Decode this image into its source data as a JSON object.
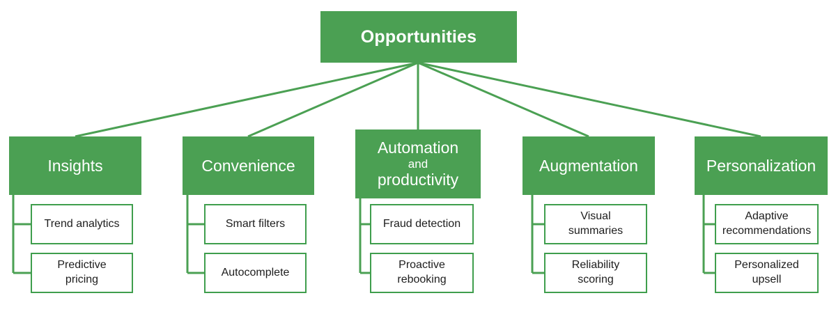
{
  "diagram": {
    "type": "tree-hierarchy",
    "title": "Opportunities",
    "colors": {
      "node_fill": "#4ba053",
      "node_text": "#ffffff",
      "leaf_fill": "#ffffff",
      "leaf_border": "#3f9e4d",
      "leaf_text": "#1d1d1d",
      "connector": "#4ba053",
      "background": "#ffffff"
    },
    "root": {
      "label": "Opportunities"
    },
    "branches": [
      {
        "label": "Insights",
        "label_lines": [
          "Insights"
        ],
        "children": [
          {
            "label": "Trend analytics",
            "lines": [
              "Trend analytics"
            ]
          },
          {
            "label": "Predictive pricing",
            "lines": [
              "Predictive",
              "pricing"
            ]
          }
        ]
      },
      {
        "label": "Convenience",
        "label_lines": [
          "Convenience"
        ],
        "children": [
          {
            "label": "Smart filters",
            "lines": [
              "Smart filters"
            ]
          },
          {
            "label": "Autocomplete",
            "lines": [
              "Autocomplete"
            ]
          }
        ]
      },
      {
        "label": "Automation and productivity",
        "label_lines": [
          "Automation",
          "and",
          "productivity"
        ],
        "children": [
          {
            "label": "Fraud detection",
            "lines": [
              "Fraud detection"
            ]
          },
          {
            "label": "Proactive rebooking",
            "lines": [
              "Proactive",
              "rebooking"
            ]
          }
        ]
      },
      {
        "label": "Augmentation",
        "label_lines": [
          "Augmentation"
        ],
        "children": [
          {
            "label": "Visual summaries",
            "lines": [
              "Visual",
              "summaries"
            ]
          },
          {
            "label": "Reliability scoring",
            "lines": [
              "Reliability",
              "scoring"
            ]
          }
        ]
      },
      {
        "label": "Personalization",
        "label_lines": [
          "Personalization"
        ],
        "children": [
          {
            "label": "Adaptive recommendations",
            "lines": [
              "Adaptive",
              "recommendations"
            ]
          },
          {
            "label": "Personalized upsell",
            "lines": [
              "Personalized",
              "upsell"
            ]
          }
        ]
      }
    ]
  }
}
